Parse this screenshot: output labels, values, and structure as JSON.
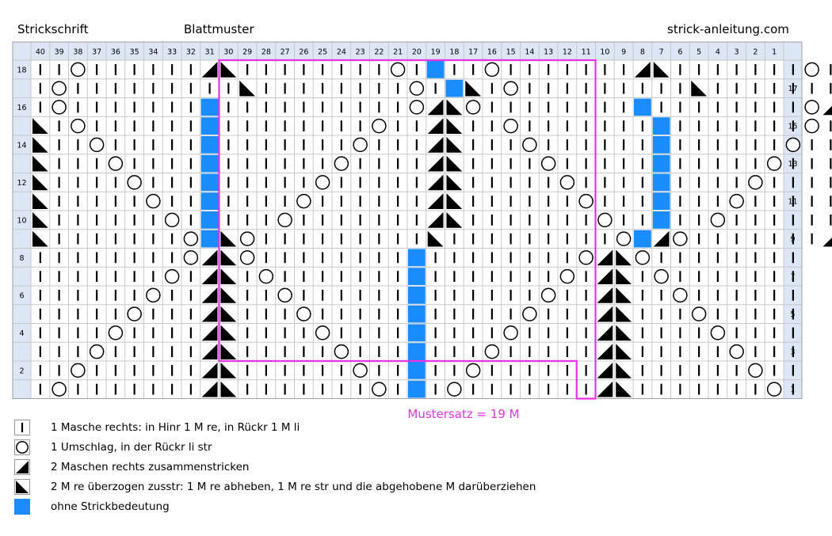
{
  "header": {
    "title": "Strickschrift",
    "subtitle": "Blattmuster",
    "site": "strick-anleitung.com"
  },
  "chart": {
    "columns": [
      40,
      39,
      38,
      37,
      36,
      35,
      34,
      33,
      32,
      31,
      30,
      29,
      28,
      27,
      26,
      25,
      24,
      23,
      22,
      21,
      20,
      19,
      18,
      17,
      16,
      15,
      14,
      13,
      12,
      11,
      10,
      9,
      8,
      7,
      6,
      5,
      4,
      3,
      2,
      1
    ],
    "rows_top_to_bottom": [
      "||O||||||/\\||||||||O|B||O|||||||/\\|||||||O||",
      "|O|||||||||\\||||||||O|B\\|O|||||||||\\|||||||||O|",
      "|O|||||||B||||||||||O/\\O||||||||B||||||||O/",
      "\\|O||||||B||||||||O||/\\||O|||||||B|||||||O|/",
      "\\||O|||||B|||||||O|||/\\|||O||||||B||||||O||/",
      "\\|||O||||B||||||O||||/\\||||O|||||B|||||O|||/",
      "\\||||O|||B|||||O|||||/\\|||||O||||B||||O||||/",
      "\\|||||O||B||||O||||||/\\||||||O|||B|||O|||||/",
      "\\||||||O|B|||O|||||||/\\|||||||O||B||O||||||/",
      "\\|||||||OB\\O|||||||||\\|||||||||OB/O|||||||/",
      "||||||||O/\\O||||||||B||||||||O/\\O||||||||",
      "|||||||O|/\\|O|||||||B|||||||O|/\\|O|||||||",
      "||||||O||/\\||O||||||B||||||O||/\\||O||||||",
      "|||||O|||/\\|||O|||||B|||||O|||/\\|||O|||||",
      "||||O||||/\\||||O||||B||||O||||/\\||||O||||",
      "|||O|||||/\\|||||O|||B|||O|||||/\\|||||O|||",
      "||O||||||/\\||||||O||B||O||||||/\\||||||O||",
      "|O|||||||/\\|||||||O|B|O|||||||/\\|||||||O|"
    ],
    "row_numbers_left": [
      "18",
      "",
      "16",
      "",
      "14",
      "",
      "12",
      "",
      "10",
      "",
      "8",
      "",
      "6",
      "",
      "4",
      "",
      "2",
      ""
    ],
    "row_numbers_right": [
      "",
      "17",
      "",
      "15",
      "",
      "13",
      "",
      "11",
      "",
      "9",
      "",
      "7",
      "",
      "5",
      "",
      "3",
      "",
      "1"
    ],
    "pattern_repeat": {
      "from_column": 30,
      "to_column": 11,
      "label": "Mustersatz = 19 M",
      "color": "#e633e6"
    },
    "colors": {
      "no_stitch": "#1a8cff",
      "grid_line": "#c8c8c8",
      "header_bg": "#dce6f5",
      "repeat_frame": "#e633e6"
    }
  },
  "legend": [
    {
      "symbol": "knit",
      "symbol_icon": "knit-stitch-icon",
      "text": "1 Masche rechts: in Hinr 1 M re, in Rückr 1 M li"
    },
    {
      "symbol": "yo",
      "symbol_icon": "yarn-over-icon",
      "text": "1 Umschlag, in der Rückr li str"
    },
    {
      "symbol": "k2tog",
      "symbol_icon": "k2tog-icon",
      "text": "2 Maschen rechts zusammenstricken"
    },
    {
      "symbol": "skp",
      "symbol_icon": "skp-icon",
      "text": "2 M re überzogen zusstr: 1 M re abheben, 1 M re str und die abgehobene M darüberziehen"
    },
    {
      "symbol": "none",
      "symbol_icon": "no-stitch-icon",
      "text": "ohne Strickbedeutung"
    }
  ]
}
